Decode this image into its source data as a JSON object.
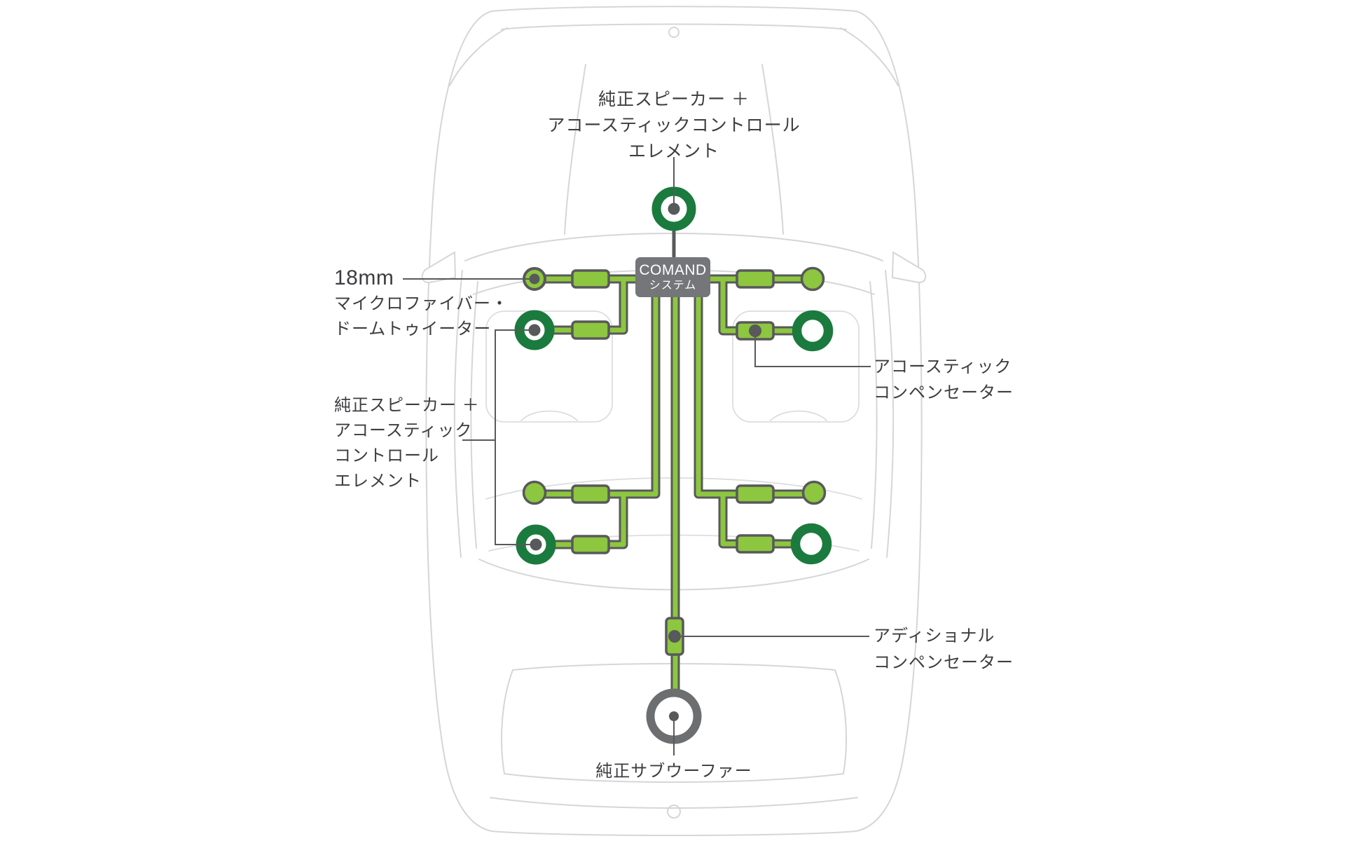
{
  "colors": {
    "dark_green": "#1b7a3d",
    "light_green": "#8dc63f",
    "wire_outline": "#58595b",
    "comand_box_gray": "#757679",
    "subwoofer_gray": "#6d6e70",
    "car_outline_gray": "#d5d6d8",
    "label_text": "#3c3d40"
  },
  "head_unit": {
    "lines": [
      "COMAND",
      "システム"
    ]
  },
  "labels": {
    "front_center_speaker": {
      "lines": [
        "純正スピーカー ＋",
        "アコースティックコントロール",
        "エレメント"
      ]
    },
    "tweeter": {
      "lines": [
        "18mm",
        "マイクロファイバー・",
        "ドームトゥイーター"
      ]
    },
    "rear_door_speakers": {
      "lines": [
        "純正スピーカー ＋",
        "アコースティック",
        "コントロール",
        "エレメント"
      ]
    },
    "acoustic_compensator": {
      "lines": [
        "アコースティック",
        "コンペンセーター"
      ]
    },
    "additional_compensator": {
      "lines": [
        "アディショナル",
        "コンペンセーター"
      ]
    },
    "subwoofer": {
      "lines": [
        "純正サブウーファー"
      ]
    }
  }
}
